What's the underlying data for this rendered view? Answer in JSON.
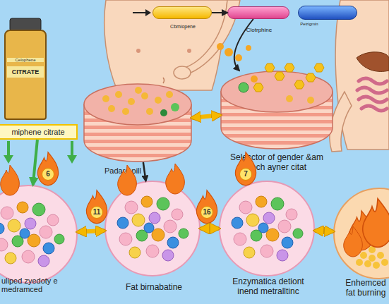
{
  "diagram": {
    "nodes": [
      {
        "text": [
          "Celophene",
          "CITRATE"
        ]
      },
      {
        "text": [
          "miphene citrate"
        ]
      },
      {
        "text": [
          "Cbmiopene"
        ]
      },
      {
        "text": [
          "Clotrphine"
        ]
      },
      {
        "text": [
          "Petrigmin"
        ]
      },
      {
        "text": [
          "Padare pill"
        ]
      },
      {
        "text": [
          "Selecctor of gender &am cech ayner citat"
        ]
      },
      {
        "text": [
          "uliped zyedoty e medramced"
        ]
      },
      {
        "text": [
          "Fat birnabatine"
        ]
      },
      {
        "text": [
          "Enzymatica detiont inend metralltinc"
        ]
      },
      {
        "text": [
          "Enhemced fat burning"
        ]
      }
    ],
    "edges": [
      {
        "from": 2,
        "to": 3,
        "arrow": "to"
      },
      {
        "from": 3,
        "to": 6,
        "arrow": "to"
      },
      {
        "from": 5,
        "to": 6,
        "arrow": "both"
      },
      {
        "from": 5,
        "to": 8,
        "arrow": "to"
      },
      {
        "from": 1,
        "to": 7,
        "arrow": "to"
      },
      {
        "from": 7,
        "to": 8,
        "arrow": "both"
      },
      {
        "from": 8,
        "to": 9,
        "arrow": "both"
      },
      {
        "from": 9,
        "to": 10,
        "arrow": "both"
      }
    ],
    "labels": [
      "6",
      "11",
      "16",
      "7"
    ]
  }
}
